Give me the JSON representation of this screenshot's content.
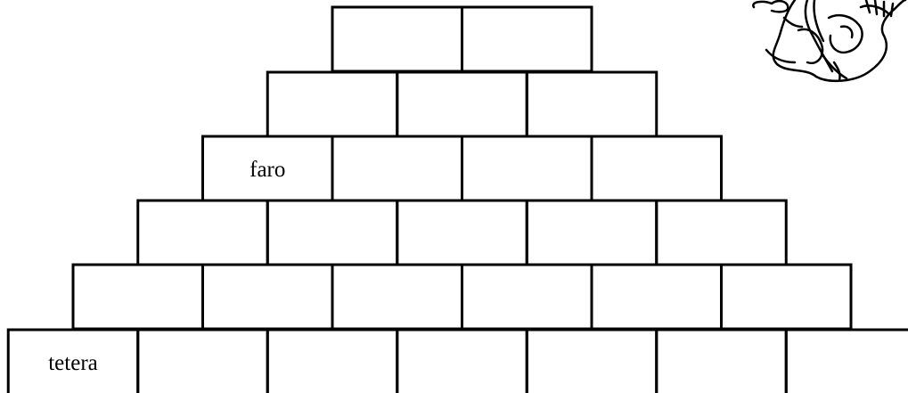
{
  "pyramid": {
    "rows": [
      {
        "labels": [
          "",
          ""
        ]
      },
      {
        "labels": [
          "",
          "",
          ""
        ]
      },
      {
        "labels": [
          "faro",
          "",
          "",
          ""
        ]
      },
      {
        "labels": [
          "",
          "",
          "",
          "",
          ""
        ]
      },
      {
        "labels": [
          "",
          "",
          "",
          "",
          "",
          ""
        ]
      },
      {
        "labels": [
          "tetera",
          "",
          "",
          "",
          "",
          "",
          ""
        ]
      }
    ]
  },
  "illustration": {
    "icon": "cartoon-figure-sketch"
  },
  "colors": {
    "line": "#000000",
    "background": "#ffffff"
  }
}
